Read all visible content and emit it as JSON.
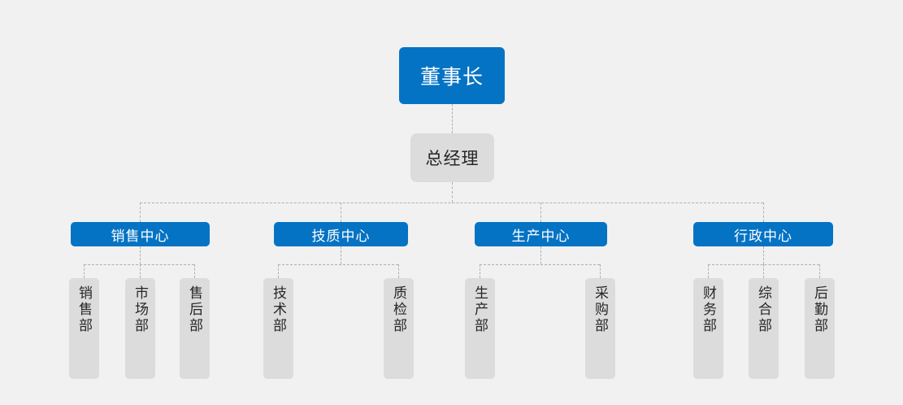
{
  "chart": {
    "title": "",
    "type": "org-chart",
    "background_color": "#f1f1f1",
    "accent_color": "#0573c4",
    "node_color": "#dcdcdc",
    "connector_color": "#b0b0b0",
    "root": {
      "label": "董事长",
      "style": "accent"
    },
    "manager": {
      "label": "总经理",
      "style": "neutral"
    },
    "centers": [
      {
        "label": "销售中心",
        "style": "accent",
        "departments": [
          {
            "label": "销售部",
            "style": "neutral"
          },
          {
            "label": "市场部",
            "style": "neutral"
          },
          {
            "label": "售后部",
            "style": "neutral"
          }
        ]
      },
      {
        "label": "技质中心",
        "style": "accent",
        "departments": [
          {
            "label": "技术部",
            "style": "neutral"
          },
          {
            "label": "质检部",
            "style": "neutral"
          }
        ]
      },
      {
        "label": "生产中心",
        "style": "accent",
        "departments": [
          {
            "label": "生产部",
            "style": "neutral"
          },
          {
            "label": "采购部",
            "style": "neutral"
          }
        ]
      },
      {
        "label": "行政中心",
        "style": "accent",
        "departments": [
          {
            "label": "财务部",
            "style": "neutral"
          },
          {
            "label": "综合部",
            "style": "neutral"
          },
          {
            "label": "后勤部",
            "style": "neutral"
          }
        ]
      }
    ]
  }
}
